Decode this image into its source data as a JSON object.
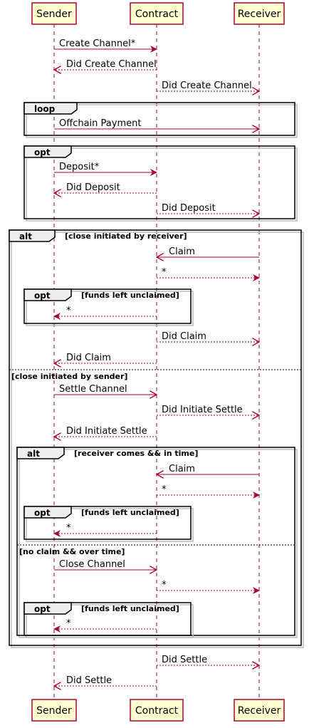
{
  "participants": [
    {
      "id": "sender",
      "label": "Sender"
    },
    {
      "id": "contract",
      "label": "Contract"
    },
    {
      "id": "receiver",
      "label": "Receiver"
    }
  ],
  "messages": [
    {
      "from": "sender",
      "to": "contract",
      "label": "Create Channel*",
      "style": "solid",
      "head": "filled"
    },
    {
      "from": "contract",
      "to": "sender",
      "label": "Did Create Channel",
      "style": "dashed",
      "head": "open"
    },
    {
      "from": "contract",
      "to": "receiver",
      "label": "Did Create Channel",
      "style": "dashed",
      "head": "open"
    },
    {
      "from": "sender",
      "to": "receiver",
      "label": "Offchain Payment",
      "style": "solid",
      "head": "open"
    },
    {
      "from": "sender",
      "to": "contract",
      "label": "Deposit*",
      "style": "solid",
      "head": "filled"
    },
    {
      "from": "contract",
      "to": "sender",
      "label": "Did Deposit",
      "style": "dashed",
      "head": "open"
    },
    {
      "from": "contract",
      "to": "receiver",
      "label": "Did Deposit",
      "style": "dashed",
      "head": "open"
    },
    {
      "from": "receiver",
      "to": "contract",
      "label": "Claim",
      "style": "solid",
      "head": "open"
    },
    {
      "from": "contract",
      "to": "receiver",
      "label": "*",
      "style": "dashed",
      "head": "filled"
    },
    {
      "from": "contract",
      "to": "sender",
      "label": "*",
      "style": "dashed",
      "head": "filled"
    },
    {
      "from": "contract",
      "to": "receiver",
      "label": "Did Claim",
      "style": "dashed",
      "head": "open"
    },
    {
      "from": "contract",
      "to": "sender",
      "label": "Did Claim",
      "style": "dashed",
      "head": "open"
    },
    {
      "from": "sender",
      "to": "contract",
      "label": "Settle Channel",
      "style": "solid",
      "head": "open"
    },
    {
      "from": "contract",
      "to": "receiver",
      "label": "Did Initiate Settle",
      "style": "dashed",
      "head": "open"
    },
    {
      "from": "contract",
      "to": "sender",
      "label": "Did Initiate Settle",
      "style": "dashed",
      "head": "open"
    },
    {
      "from": "receiver",
      "to": "contract",
      "label": "Claim",
      "style": "solid",
      "head": "open"
    },
    {
      "from": "contract",
      "to": "receiver",
      "label": "*",
      "style": "dashed",
      "head": "filled"
    },
    {
      "from": "contract",
      "to": "sender",
      "label": "*",
      "style": "dashed",
      "head": "filled"
    },
    {
      "from": "sender",
      "to": "contract",
      "label": "Close Channel",
      "style": "solid",
      "head": "open"
    },
    {
      "from": "contract",
      "to": "receiver",
      "label": "*",
      "style": "dashed",
      "head": "filled"
    },
    {
      "from": "contract",
      "to": "sender",
      "label": "*",
      "style": "dashed",
      "head": "filled"
    },
    {
      "from": "contract",
      "to": "receiver",
      "label": "Did Settle",
      "style": "dashed",
      "head": "open"
    },
    {
      "from": "contract",
      "to": "sender",
      "label": "Did Settle",
      "style": "dashed",
      "head": "open"
    }
  ],
  "fragments": [
    {
      "keyword": "loop",
      "guard": ""
    },
    {
      "keyword": "opt",
      "guard": ""
    },
    {
      "keyword": "alt",
      "guard": "[close initiated by receiver]"
    },
    {
      "keyword": "opt",
      "guard": "[funds left unclaimed]"
    },
    {
      "keyword": "alt",
      "guard": "[receiver comes && in time]"
    },
    {
      "keyword": "opt",
      "guard": "[funds left unclaimed]"
    },
    {
      "keyword": "opt",
      "guard": "[funds left unclaimed]"
    }
  ],
  "separators": [
    {
      "fragment": 2,
      "guard": "[close initiated by sender]"
    },
    {
      "fragment": 4,
      "guard": "[no claim && over time]"
    }
  ],
  "colors": {
    "accent": "#A80036",
    "participant_fill": "#FEFECE",
    "tab_fill": "#EEEEEE"
  }
}
